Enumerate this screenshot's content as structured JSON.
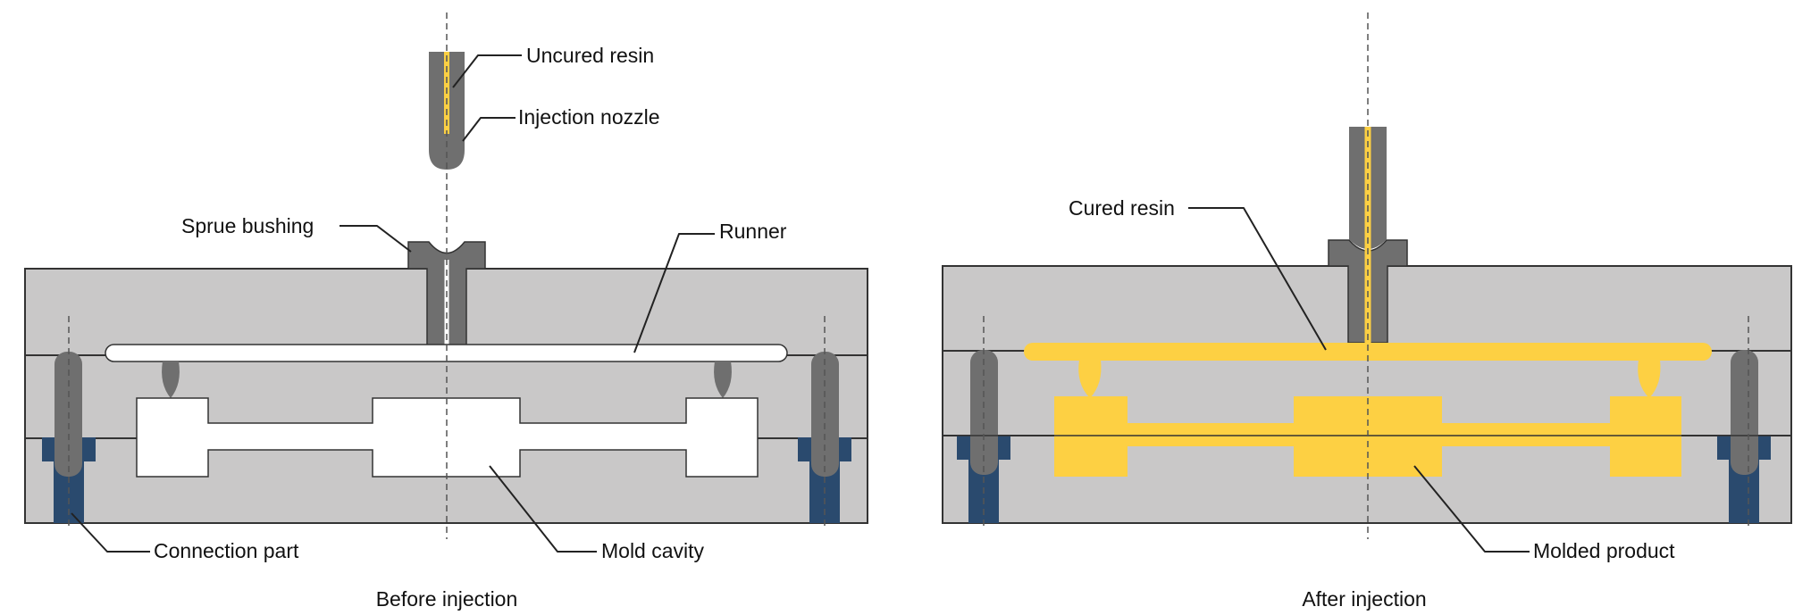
{
  "panels": {
    "before": {
      "caption": "Before injection",
      "labels": {
        "uncured_resin": "Uncured resin",
        "injection_nozzle": "Injection nozzle",
        "sprue_bushing": "Sprue bushing",
        "runner": "Runner",
        "connection_part": "Connection part",
        "mold_cavity": "Mold cavity"
      }
    },
    "after": {
      "caption": "After injection",
      "labels": {
        "cured_resin": "Cured resin",
        "molded_product": "Molded product"
      }
    }
  },
  "colors": {
    "mold_plate": "#c9c8c8",
    "steel": "#6f6f6f",
    "resin": "#fdd043",
    "connector": "#2a4a6e",
    "cavity": "#ffffff"
  }
}
